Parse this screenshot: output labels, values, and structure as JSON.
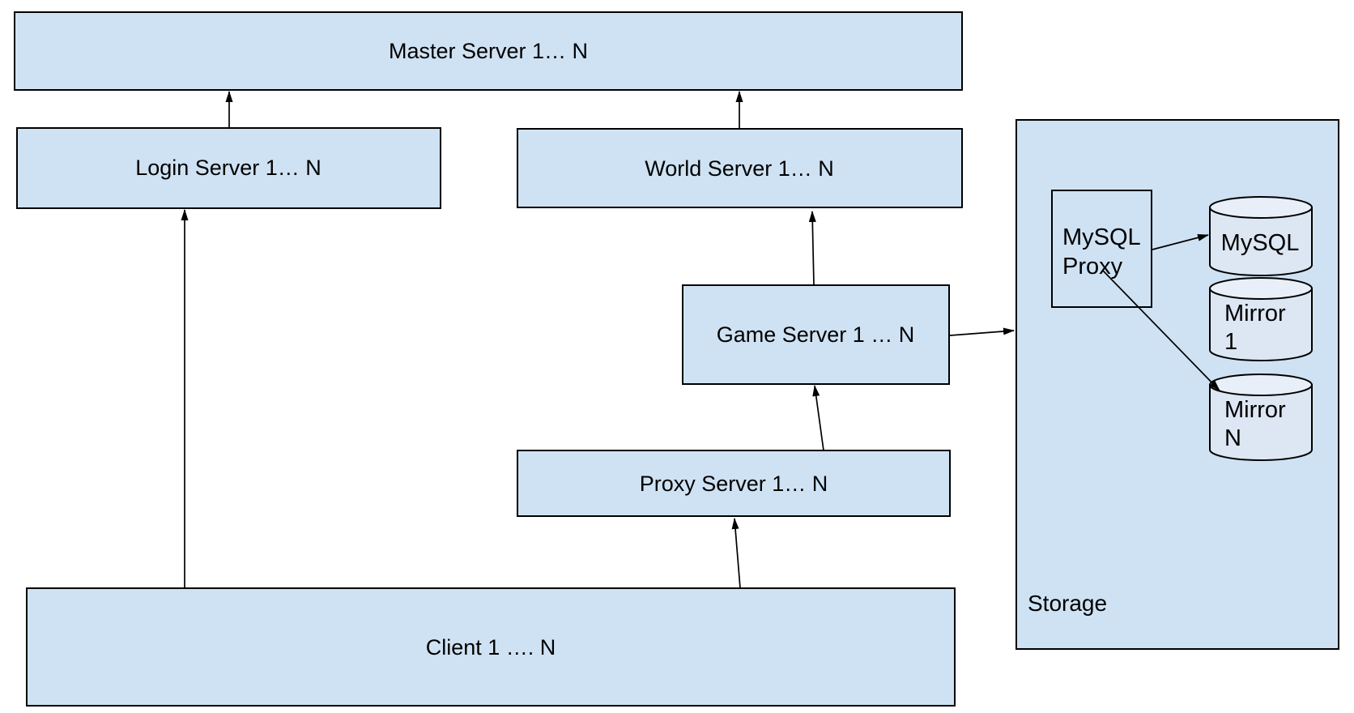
{
  "colors": {
    "canvas_bg": "#ffffff",
    "node_fill": "#cfe2f3",
    "node_stroke": "#000000",
    "cylinder_body_fill": "#dde7f3",
    "cylinder_top_fill": "#e9eff8",
    "arrow_color": "#000000",
    "text_color": "#000000"
  },
  "nodes": {
    "master": {
      "label": "Master Server 1… N"
    },
    "login": {
      "label": "Login Server 1… N"
    },
    "world": {
      "label": "World Server 1… N"
    },
    "game": {
      "label": "Game Server 1 … N"
    },
    "proxy": {
      "label": "Proxy Server 1… N"
    },
    "client": {
      "label": "Client 1 …. N"
    },
    "storage": {
      "label": "Storage"
    },
    "mysql_proxy": {
      "lines": [
        "MySQL",
        "Proxy"
      ]
    },
    "mysql": {
      "label": "MySQL"
    },
    "mirror_1": {
      "lines": [
        "Mirror",
        "1"
      ]
    },
    "mirror_n": {
      "lines": [
        "Mirror",
        "N"
      ]
    }
  },
  "edges": [
    {
      "from": "Login Server",
      "to": "Master Server"
    },
    {
      "from": "World Server",
      "to": "Master Server"
    },
    {
      "from": "Game Server",
      "to": "World Server"
    },
    {
      "from": "Proxy Server",
      "to": "Game Server"
    },
    {
      "from": "Client",
      "to": "Proxy Server"
    },
    {
      "from": "Client",
      "to": "Login Server"
    },
    {
      "from": "Game Server",
      "to": "Storage"
    },
    {
      "from": "MySQL Proxy",
      "to": "MySQL"
    },
    {
      "from": "MySQL Proxy",
      "to": "Mirror N"
    }
  ]
}
